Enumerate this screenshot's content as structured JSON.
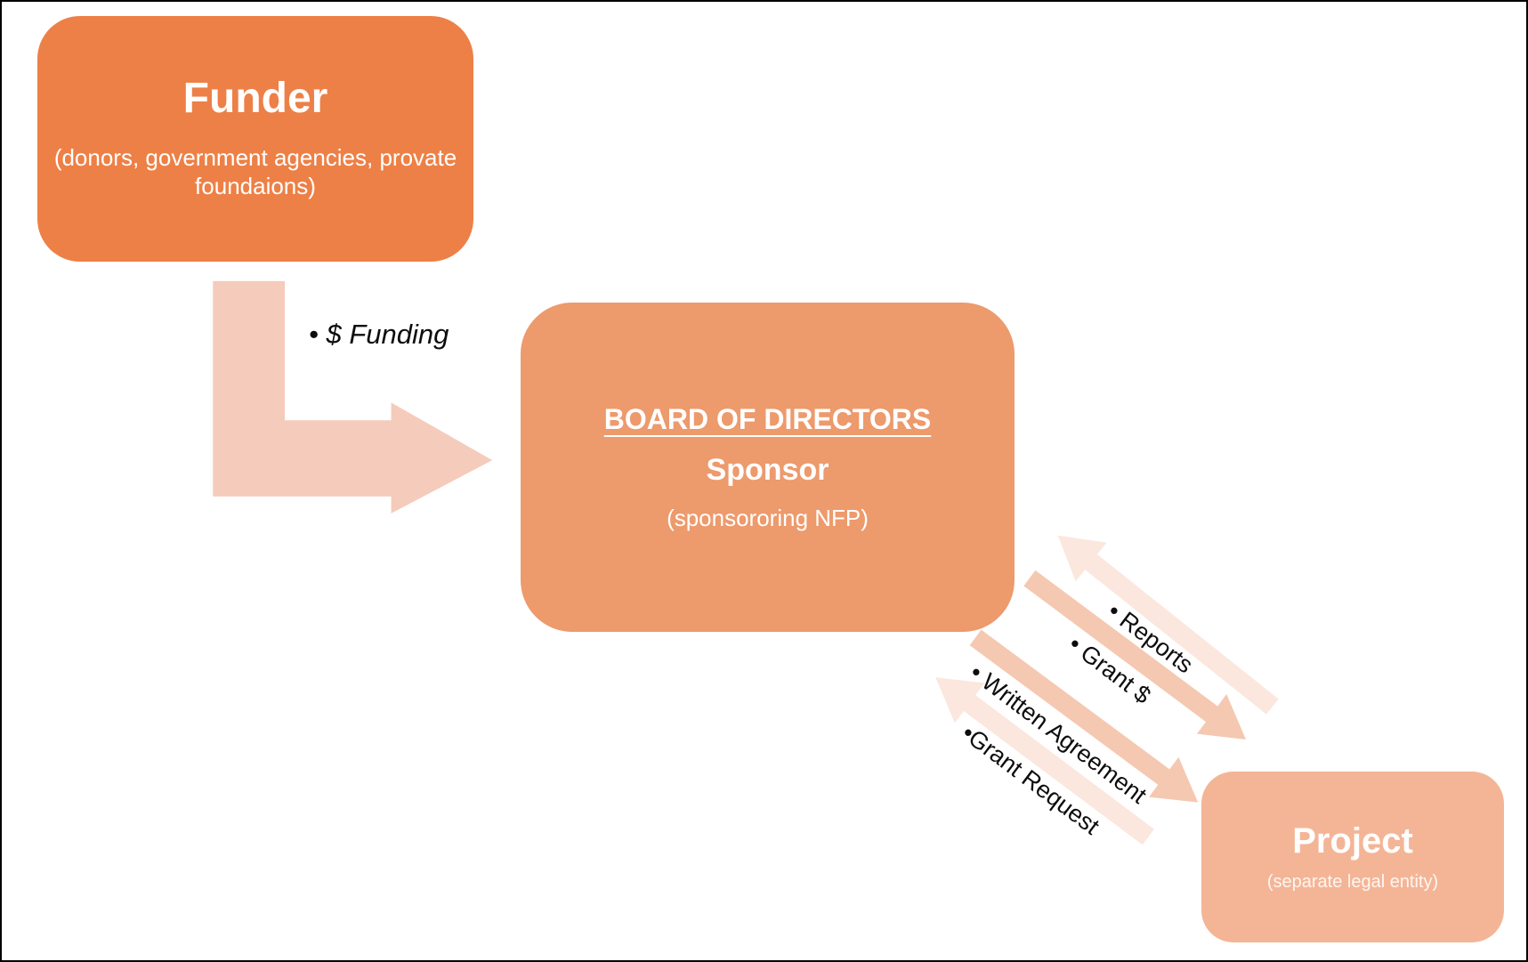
{
  "diagram": {
    "funder": {
      "title": "Funder",
      "subtitle": "(donors, government agencies, provate foundaions)"
    },
    "funding_arrow_label": "• $ Funding",
    "sponsor": {
      "heading": "BOARD OF DIRECTORS",
      "title": "Sponsor",
      "note": "(sponsororing NFP)"
    },
    "sponsor_project_labels": {
      "reports": "• Reports",
      "grant_money": "• Grant $",
      "written_agreement": "• Written Agreement",
      "grant_request": "•Grant Request"
    },
    "project": {
      "title": "Project",
      "subtitle": "(separate legal entity)"
    },
    "colors": {
      "funder_box": "#ED8046",
      "sponsor_box": "#ED9A6C",
      "project_box": "#F4B596",
      "elbow_arrow": "#F5CBBB",
      "dark_diagonal_arrow": "#F5C8B1",
      "light_diagonal_arrow": "#FBE7DD",
      "box_text": "#FFFFFF",
      "label_text": "#0D0D0D"
    }
  }
}
